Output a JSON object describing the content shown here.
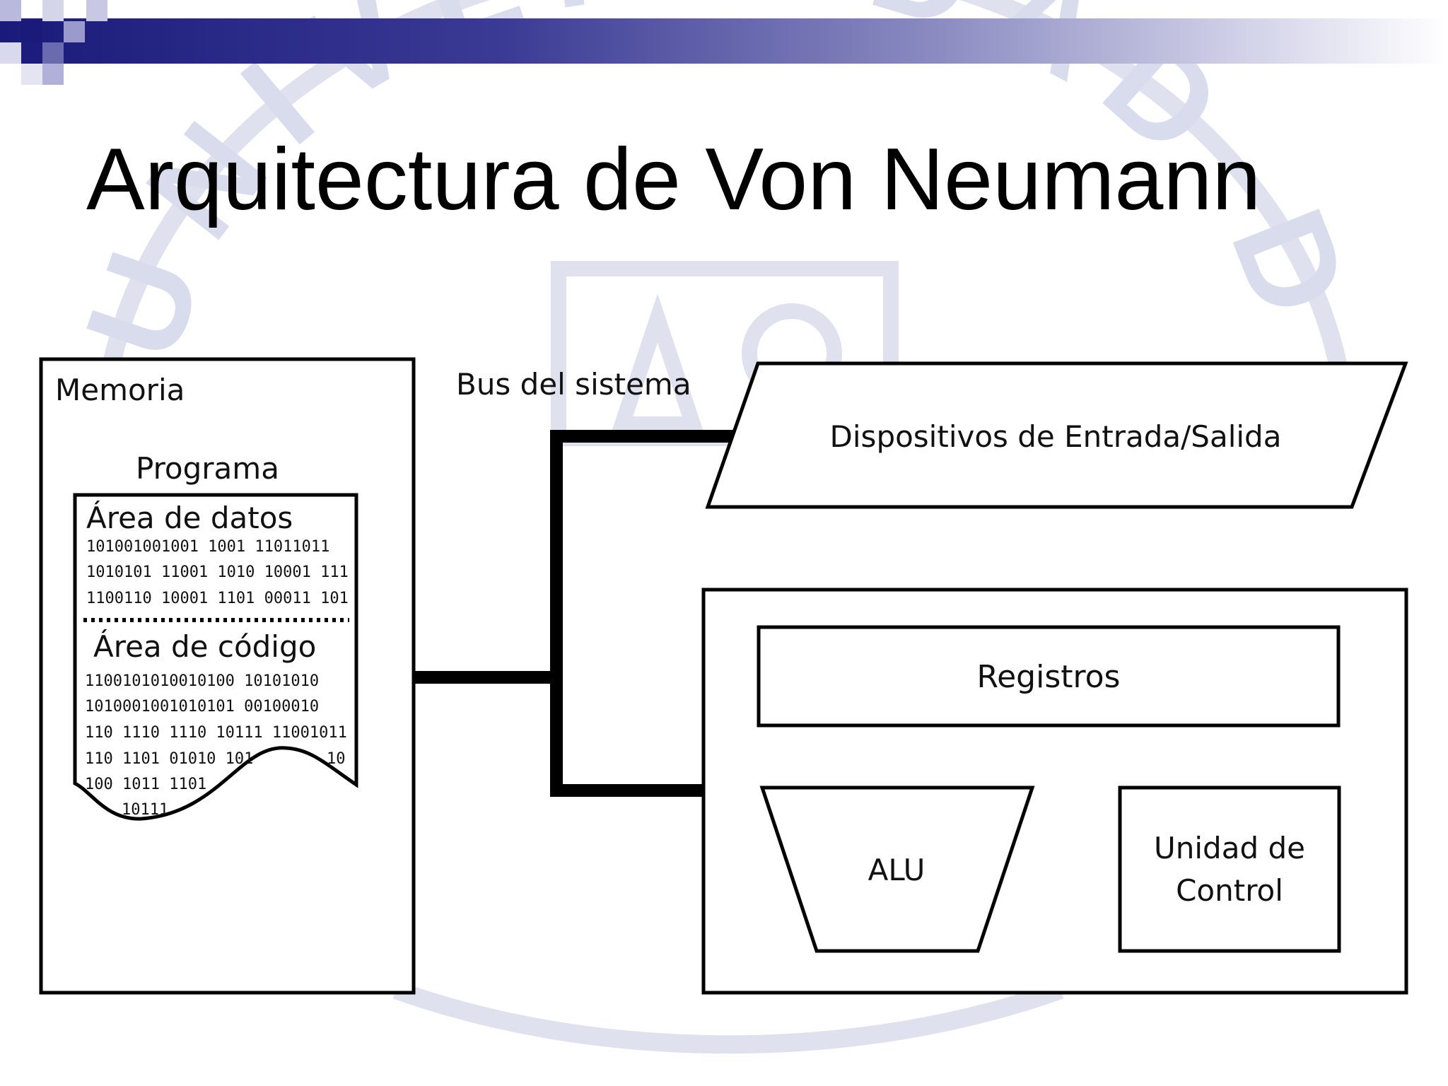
{
  "slide": {
    "title": "Arquitectura de Von Neumann",
    "watermark_text": "UNIVERSIDAD DE BI"
  },
  "diagram": {
    "memory": {
      "label": "Memoria",
      "program_label": "Programa",
      "data_area_label": "Área de datos",
      "data_lines": [
        "101001001001 1001 11011011",
        "1010101 11001 1010 10001 111",
        "1100110 10001 1101 00011 101"
      ],
      "code_area_label": "Área de código",
      "code_lines": [
        "1100101010010100 10101010",
        "1010001001010101 00100010",
        "110 1110 1110 10111 11001011",
        "110 1101 01010 101",
        "100 1011 1101",
        "10111"
      ],
      "code_line_end": "10"
    },
    "bus_label": "Bus del sistema",
    "io_label": "Dispositivos de Entrada/Salida",
    "cpu": {
      "registers_label": "Registros",
      "alu_label": "ALU",
      "control_unit_line1": "Unidad de",
      "control_unit_line2": "Control"
    }
  },
  "colors": {
    "band_dark": "#1a1a7a",
    "watermark": "#d3d7e8",
    "stroke": "#000000"
  }
}
